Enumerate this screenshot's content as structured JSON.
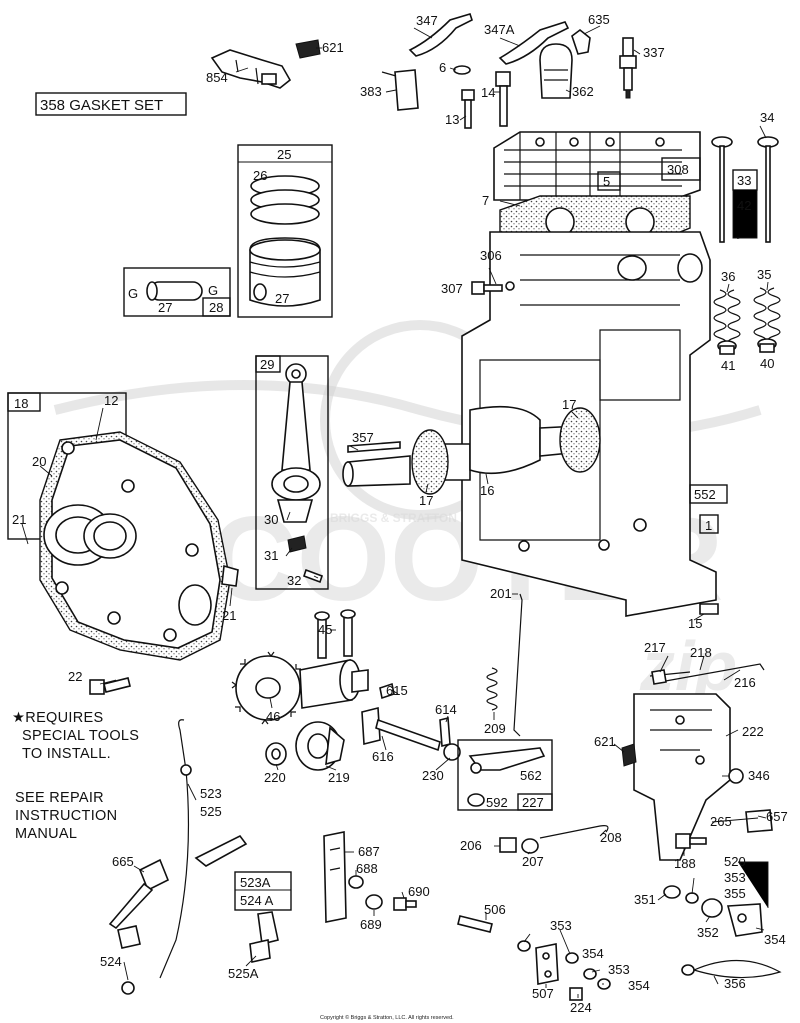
{
  "title_box": "358 GASKET SET",
  "notes": {
    "special_tools": [
      "★REQUIRES",
      "SPECIAL TOOLS",
      "TO INSTALL."
    ],
    "repair_manual": [
      "SEE REPAIR",
      "INSTRUCTION",
      "MANUAL"
    ]
  },
  "watermark": {
    "brand": "SCOOTER",
    "brand2": "zip",
    "inner": "BRIGGS & STRATTON"
  },
  "copyright": "Copyright © Briggs & Stratton, LLC. All rights reserved.",
  "callouts": {
    "c854": "854",
    "c621a": "621",
    "c347": "347",
    "c347a": "347A",
    "c635": "635",
    "c337": "337",
    "c6": "6",
    "c383": "383",
    "c14": "14",
    "c362": "362",
    "c13": "13",
    "c34": "34",
    "c5": "5",
    "c7": "7",
    "c308": "308",
    "c42": "42",
    "c33": "33",
    "c25": "25",
    "c26": "26",
    "c27a": "27",
    "c27b": "27",
    "c28": "28",
    "gl": "G",
    "gr": "G",
    "c306": "306",
    "c307": "307",
    "c36": "36",
    "c35": "35",
    "c41": "41",
    "c40": "40",
    "c29": "29",
    "c18": "18",
    "c12": "12",
    "c20": "20",
    "c21a": "21",
    "c21b": "21",
    "c357": "357",
    "c17a": "17",
    "c17b": "17",
    "c16": "16",
    "c552": "552",
    "c1": "1",
    "c30": "30",
    "c31": "31",
    "c32": "32",
    "c201": "201",
    "c15": "15",
    "c45": "45",
    "c46": "46",
    "c22": "22",
    "c615": "615",
    "c614": "614",
    "c209": "209",
    "c217": "217",
    "c218": "218",
    "c216": "216",
    "c621b": "621",
    "c222": "222",
    "c220": "220",
    "c219": "219",
    "c616": "616",
    "c230": "230",
    "c562": "562",
    "c592": "592",
    "c227": "227",
    "c346": "346",
    "c523": "523",
    "c525": "525",
    "c657": "657",
    "c265": "265",
    "c208": "208",
    "c206": "206",
    "c207": "207",
    "c188": "188",
    "c665": "665",
    "c687": "687",
    "c688": "688",
    "c690": "690",
    "c689": "689",
    "c523a": "523A",
    "c524a": "524 A",
    "c520": "520",
    "c353a": "353",
    "c355": "355",
    "c351": "351",
    "c352": "352",
    "c354a": "354",
    "c506": "506",
    "c353b": "353",
    "c354b": "354",
    "c353c": "353",
    "c354c": "354",
    "c524": "524",
    "c525a": "525A",
    "c507": "507",
    "c224": "224",
    "c356": "356"
  }
}
